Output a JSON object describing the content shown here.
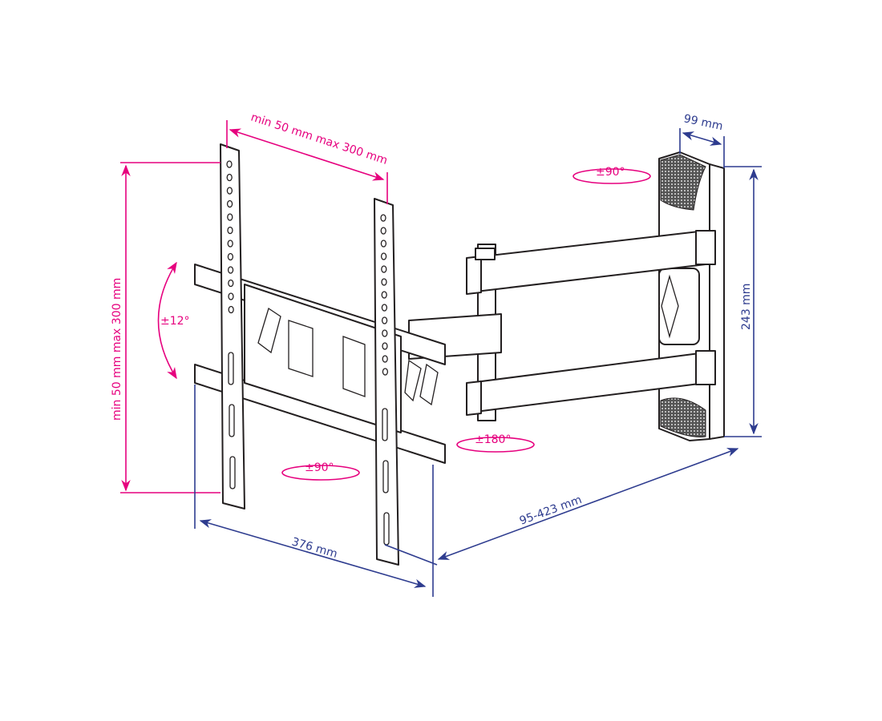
{
  "title": "TV wall mount dimension diagram",
  "colors": {
    "rotation": "#e6007e",
    "dimension": "#2e3c8f",
    "outline": "#231f20"
  },
  "labels": {
    "vesa_horizontal": "min 50 mm max 300 mm",
    "vesa_vertical": "min 50 mm max 300 mm",
    "tilt": "±12°",
    "swivel_plate": "±90°",
    "swivel_arm": "±180°",
    "swivel_wall": "±90°",
    "wall_plate_depth": "99 mm",
    "wall_plate_height": "243 mm",
    "mount_width": "376  mm",
    "extension": "95-423 mm"
  }
}
